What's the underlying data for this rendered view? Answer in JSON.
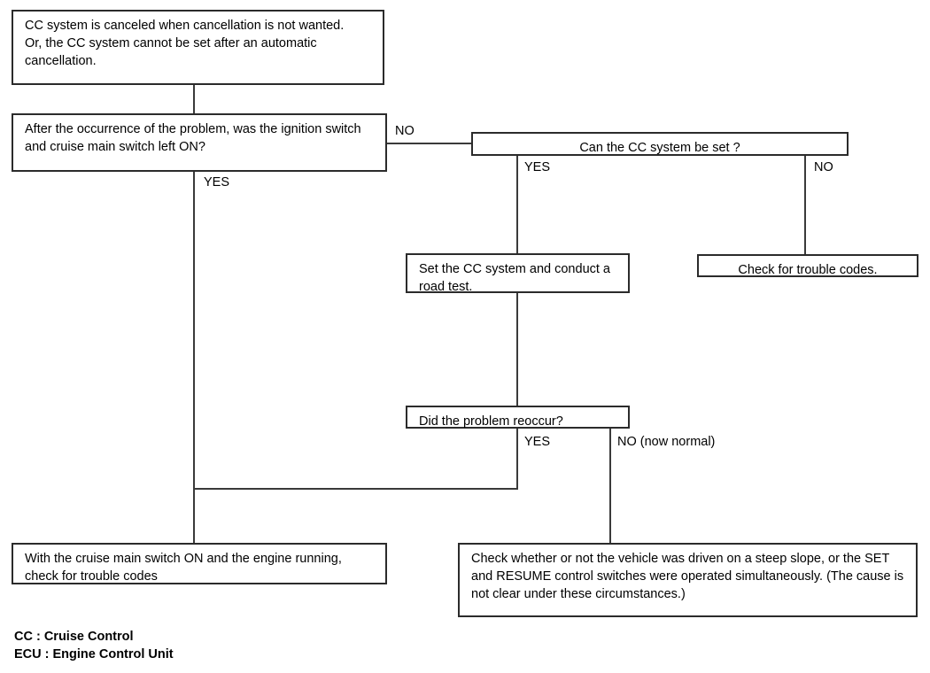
{
  "diagram": {
    "title": "Cruise Control system troubleshooting flowchart",
    "nodes": {
      "symptom": {
        "text": "CC system is canceled when cancellation is not wanted.\nOr, the CC system cannot be set after an automatic cancellation."
      },
      "question_switch_left_on": {
        "text": "After the occurrence of the problem, was the ignition switch and cruise main switch left ON?"
      },
      "question_can_set": {
        "text": "Can the CC system be set ?"
      },
      "set_and_road_test": {
        "text": "Set the CC system and conduct a road test."
      },
      "check_trouble_codes_right": {
        "text": "Check for trouble codes."
      },
      "question_reoccur": {
        "text": "Did the problem reoccur?"
      },
      "check_trouble_codes_bottom_left": {
        "text": "With the cruise main switch ON and the engine running, check for trouble codes"
      },
      "check_steep_slope": {
        "text": "Check whether or not the vehicle was driven on a steep slope, or the SET and RESUME control switches were operated simultaneously. (The cause is not clear under these circumstances.)"
      }
    },
    "edge_labels": {
      "switch_left_on_no": "NO",
      "switch_left_on_yes": "YES",
      "can_set_yes": "YES",
      "can_set_no": "NO",
      "reoccur_yes": "YES",
      "reoccur_no": "NO (now normal)"
    },
    "legend": {
      "line1": "CC : Cruise Control",
      "line2": "ECU : Engine Control Unit"
    },
    "colors": {
      "border": "#2b2b2b",
      "connector": "#3a3a3a",
      "background": "#ffffff",
      "text": "#000000"
    }
  }
}
